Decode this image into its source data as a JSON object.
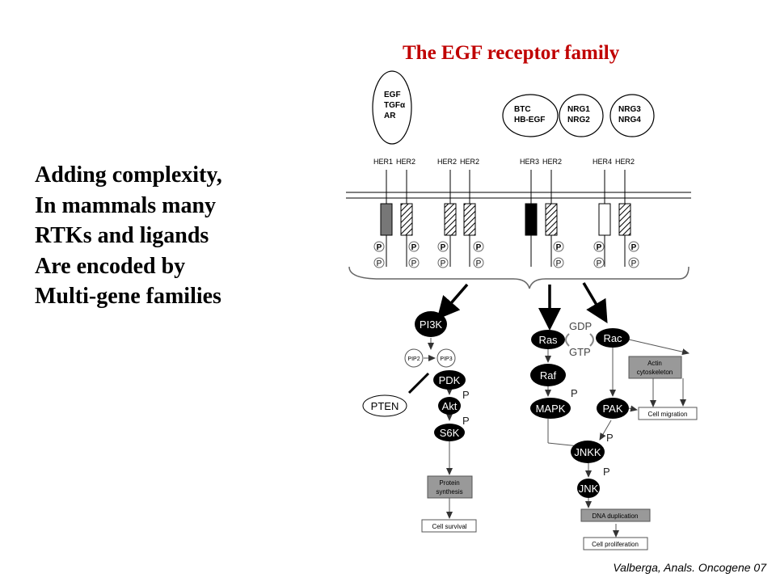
{
  "title": "The EGF receptor family",
  "body_lines": [
    "Adding complexity,",
    "In mammals many",
    "RTKs and ligands",
    "Are encoded by",
    "Multi-gene families"
  ],
  "citation": "Valberga, Anals. Oncogene 07",
  "diagram": {
    "ligands": {
      "group1": [
        "EGF",
        "TGFα",
        "AR"
      ],
      "group2": [
        "BTC",
        "HB-EGF"
      ],
      "group3": [
        "NRG1",
        "NRG2"
      ],
      "group4": [
        "NRG3",
        "NRG4"
      ]
    },
    "receptor_labels": [
      "HER1",
      "HER2",
      "HER2",
      "HER2",
      "HER3",
      "HER2",
      "HER4",
      "HER2"
    ],
    "phospho": "P",
    "pi3k": "PI3K",
    "pip2": "PIP2",
    "pip3": "PIP3",
    "pdk": "PDK",
    "akt": "Akt",
    "s6k": "S6K",
    "pten": "PTEN",
    "protein_synthesis": [
      "Protein",
      "synthesis"
    ],
    "cell_survival": "Cell survival",
    "gdp": "GDP",
    "gtp": "GTP",
    "ras": "Ras",
    "raf": "Raf",
    "mapk": "MAPK",
    "rac": "Rac",
    "actin": [
      "Actin",
      "cytoskeleton"
    ],
    "pak": "PAK",
    "cell_migration": "Cell migration",
    "jnkk": "JNKK",
    "jnk": "JNK",
    "dna_duplication": "DNA duplication",
    "cell_proliferation": "Cell proliferation"
  }
}
